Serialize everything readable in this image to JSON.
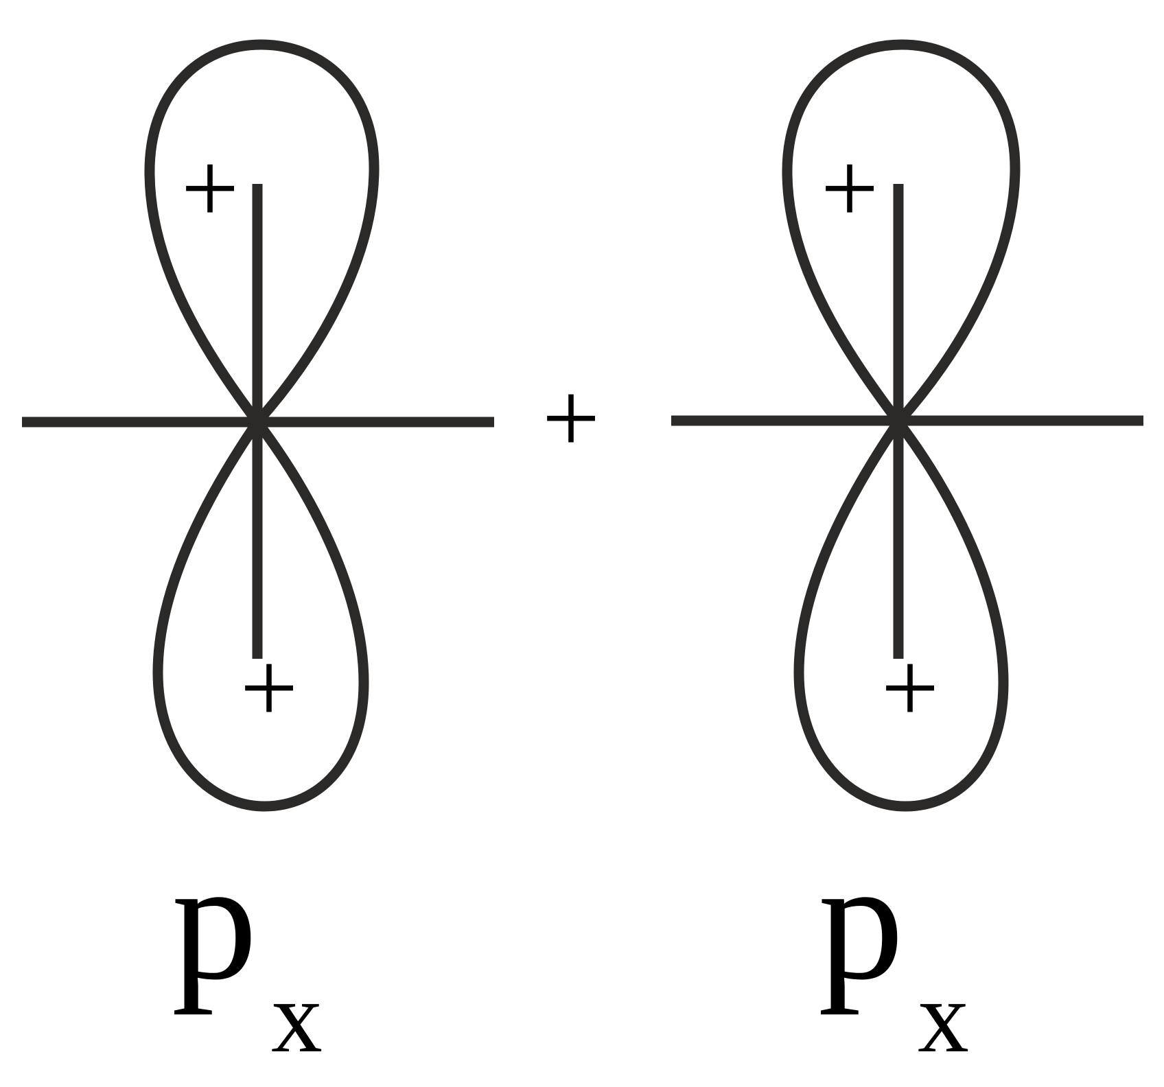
{
  "diagram": {
    "operator": "+",
    "orbitals": [
      {
        "id": "left",
        "label": "p",
        "subscript": "x",
        "upper_lobe_sign": "+",
        "lower_lobe_sign": "+"
      },
      {
        "id": "right",
        "label": "p",
        "subscript": "x",
        "upper_lobe_sign": "+",
        "lower_lobe_sign": "+"
      }
    ],
    "colors": {
      "line": "#2b2a28",
      "text": "#000000",
      "background": "#ffffff"
    }
  }
}
